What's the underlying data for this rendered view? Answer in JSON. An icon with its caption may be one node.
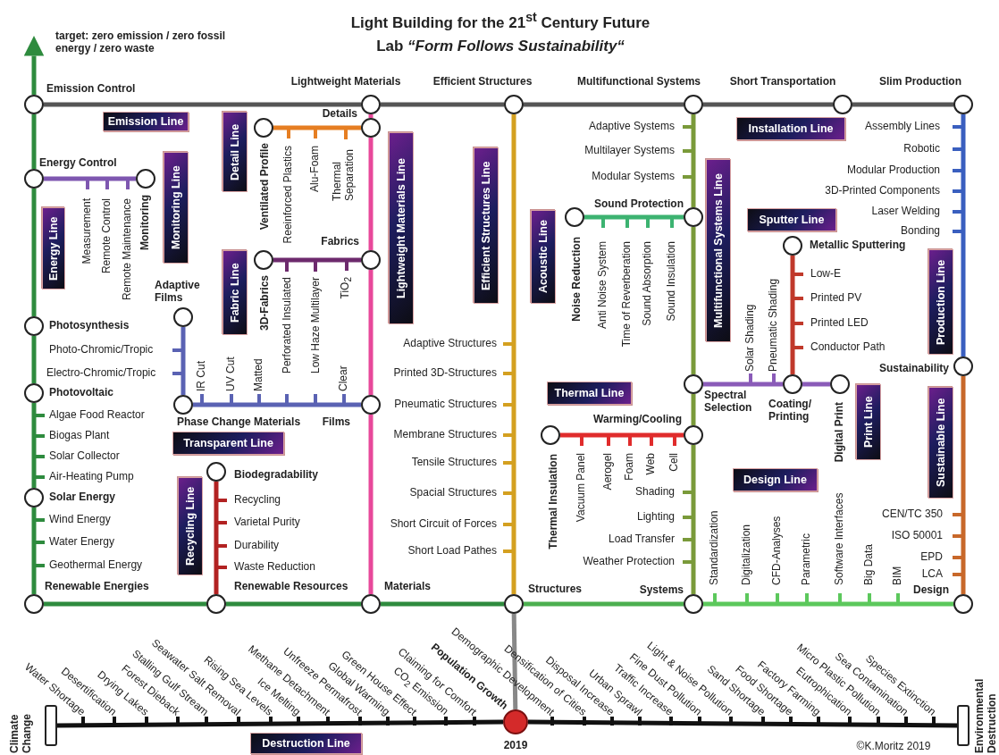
{
  "diagram": {
    "title": "Light Building for the 21$^{st}$ Century Future Lab *“Form Follows Sustainability“*",
    "nodes": [
      {
        "text": [
          "Emission Control"
        ]
      },
      {
        "text": [
          "Lightweight Materials"
        ]
      },
      {
        "text": [
          "Efficient Structures"
        ]
      },
      {
        "text": [
          "Multifunctional Systems"
        ]
      },
      {
        "text": [
          "Short Transportation"
        ]
      },
      {
        "text": [
          "Slim Production"
        ]
      },
      {
        "text": [
          "Energy Control"
        ]
      },
      {
        "text": [
          "Monitoring"
        ]
      },
      {
        "text": [
          "Photosynthesis"
        ]
      },
      {
        "text": [
          "Photovoltaic"
        ]
      },
      {
        "text": [
          "Solar Energy"
        ]
      },
      {
        "text": [
          "Renewable Energies"
        ]
      },
      {
        "text": [
          "Details"
        ]
      },
      {
        "text": [
          "Ventilated Profile"
        ]
      },
      {
        "text": [
          "Fabrics"
        ]
      },
      {
        "text": [
          "3D-Fabrics"
        ]
      },
      {
        "text": [
          "Adaptive Films"
        ]
      },
      {
        "text": [
          "Phase Change Materials"
        ]
      },
      {
        "text": [
          "Films"
        ]
      },
      {
        "text": [
          "Biodegradability"
        ]
      },
      {
        "text": [
          "Renewable Resources"
        ]
      },
      {
        "text": [
          "Materials"
        ]
      },
      {
        "text": [
          "Structures"
        ]
      },
      {
        "text": [
          "Sound Protection"
        ]
      },
      {
        "text": [
          "Noise Reduction"
        ]
      },
      {
        "text": [
          "Spectral Selection"
        ]
      },
      {
        "text": [
          "Warming/Cooling"
        ]
      },
      {
        "text": [
          "Thermal Insulation"
        ]
      },
      {
        "text": [
          "Systems"
        ]
      },
      {
        "text": [
          "Metallic Sputtering"
        ]
      },
      {
        "text": [
          "Coating/Printing"
        ]
      },
      {
        "text": [
          "Digital Print"
        ]
      },
      {
        "text": [
          "Sustainability"
        ]
      },
      {
        "text": [
          "Design"
        ]
      },
      {
        "text": [
          "Climate Change"
        ]
      },
      {
        "text": [
          "2019"
        ]
      },
      {
        "text": [
          "Environmental Destruction"
        ]
      },
      {
        "text": [
          "Emission Line"
        ]
      },
      {
        "text": [
          "Energy Line"
        ]
      },
      {
        "text": [
          "Monitoring Line"
        ]
      },
      {
        "text": [
          "Detail Line"
        ]
      },
      {
        "text": [
          "Fabric Line"
        ]
      },
      {
        "text": [
          "Lightweight Materials Line"
        ]
      },
      {
        "text": [
          "Efficient Structures Line"
        ]
      },
      {
        "text": [
          "Transparent Line"
        ]
      },
      {
        "text": [
          "Recycling Line"
        ]
      },
      {
        "text": [
          "Acoustic Line"
        ]
      },
      {
        "text": [
          "Thermal Line"
        ]
      },
      {
        "text": [
          "Multifunctional Systems Line"
        ]
      },
      {
        "text": [
          "Installation Line"
        ]
      },
      {
        "text": [
          "Sputter Line"
        ]
      },
      {
        "text": [
          "Production Line"
        ]
      },
      {
        "text": [
          "Print Line"
        ]
      },
      {
        "text": [
          "Sustainable Line"
        ]
      },
      {
        "text": [
          "Design Line"
        ]
      },
      {
        "text": [
          "Destruction Line"
        ]
      }
    ],
    "edges": [
      {
        "from": 0,
        "to": 1,
        "arrow": "none",
        "color": "#555555"
      },
      {
        "from": 1,
        "to": 2,
        "arrow": "none",
        "color": "#555555"
      },
      {
        "from": 2,
        "to": 3,
        "arrow": "none",
        "color": "#555555"
      },
      {
        "from": 3,
        "to": 4,
        "arrow": "none",
        "color": "#555555"
      },
      {
        "from": 4,
        "to": 5,
        "arrow": "none",
        "color": "#555555"
      },
      {
        "from": 0,
        "to": null,
        "arrow": "to",
        "color": "#2e8b3e"
      },
      {
        "from": 0,
        "to": 6,
        "arrow": "none",
        "color": "#2e8b3e"
      },
      {
        "from": 6,
        "to": 8,
        "arrow": "none",
        "color": "#2e8b3e"
      },
      {
        "from": 8,
        "to": 9,
        "arrow": "none",
        "color": "#2e8b3e"
      },
      {
        "from": 9,
        "to": 10,
        "arrow": "none",
        "color": "#2e8b3e"
      },
      {
        "from": 10,
        "to": 11,
        "arrow": "none",
        "color": "#2e8b3e"
      },
      {
        "from": 6,
        "to": 7,
        "arrow": "none",
        "color": "#7e57b0"
      },
      {
        "from": 11,
        "to": 20,
        "arrow": "none",
        "color": "#2e8b3e"
      },
      {
        "from": 20,
        "to": 21,
        "arrow": "none",
        "color": "#2e8b3e"
      },
      {
        "from": 21,
        "to": 22,
        "arrow": "none",
        "color": "#2e8b3e"
      },
      {
        "from": 22,
        "to": 28,
        "arrow": "none",
        "color": "#4caf50"
      },
      {
        "from": 28,
        "to": 33,
        "arrow": "none",
        "color": "#5cc85c"
      },
      {
        "from": 19,
        "to": 20,
        "arrow": "none",
        "color": "#b22222"
      },
      {
        "from": 1,
        "to": 12,
        "arrow": "none",
        "color": "#e8489a"
      },
      {
        "from": 12,
        "to": 14,
        "arrow": "none",
        "color": "#e8489a"
      },
      {
        "from": 14,
        "to": 18,
        "arrow": "none",
        "color": "#e8489a"
      },
      {
        "from": 18,
        "to": 21,
        "arrow": "none",
        "color": "#e8489a"
      },
      {
        "from": 13,
        "to": 12,
        "arrow": "none",
        "color": "#e67e22"
      },
      {
        "from": 15,
        "to": 14,
        "arrow": "none",
        "color": "#6d2a6d"
      },
      {
        "from": 16,
        "to": 17,
        "arrow": "none",
        "color": "#5a62b3"
      },
      {
        "from": 17,
        "to": 18,
        "arrow": "none",
        "color": "#5a62b3"
      },
      {
        "from": 2,
        "to": 22,
        "arrow": "none",
        "color": "#d4a020"
      },
      {
        "from": 22,
        "to": 35,
        "arrow": "none",
        "color": "#888888"
      },
      {
        "from": 3,
        "to": 23,
        "arrow": "none",
        "color": "#7a9a3a"
      },
      {
        "from": 23,
        "to": 25,
        "arrow": "none",
        "color": "#7a9a3a"
      },
      {
        "from": 25,
        "to": 26,
        "arrow": "none",
        "color": "#7a9a3a"
      },
      {
        "from": 26,
        "to": 28,
        "arrow": "none",
        "color": "#7a9a3a"
      },
      {
        "from": 24,
        "to": 23,
        "arrow": "none",
        "color": "#3cb371"
      },
      {
        "from": 27,
        "to": 26,
        "arrow": "none",
        "color": "#e02c2c"
      },
      {
        "from": 25,
        "to": 30,
        "arrow": "none",
        "color": "#8a5bb8"
      },
      {
        "from": 30,
        "to": 31,
        "arrow": "none",
        "color": "#8a5bb8"
      },
      {
        "from": 29,
        "to": 30,
        "arrow": "none",
        "color": "#c0392b"
      },
      {
        "from": 5,
        "to": 32,
        "arrow": "none",
        "color": "#3a5fbf"
      },
      {
        "from": 32,
        "to": 33,
        "arrow": "none",
        "color": "#c8682a"
      },
      {
        "from": 34,
        "to": 35,
        "arrow": "none",
        "color": "#111111"
      },
      {
        "from": 35,
        "to": 36,
        "arrow": "none",
        "color": "#111111"
      }
    ],
    "labels": [
      "target: zero emission / zero fossil energy / zero waste",
      "Measurement",
      "Remote Control",
      "Remote Maintenance",
      "Reeinforced Plastics",
      "Alu-Foam",
      "Thermal Separation",
      "Perforated Insulated",
      "Low Haze Multilayer",
      "TiO$_{2}$",
      "Photo-Chromic/Tropic",
      "Electro-Chromic/Tropic",
      "IR Cut",
      "UV Cut",
      "Matted",
      "Clear",
      "Algae Food Reactor",
      "Biogas Plant",
      "Solar Collector",
      "Air-Heating Pump",
      "Wind Energy",
      "Water Energy",
      "Geothermal Energy",
      "Recycling",
      "Varietal Purity",
      "Durability",
      "Waste Reduction",
      "Adaptive Structures",
      "Printed 3D-Structures",
      "Pneumatic Structures",
      "Membrane Structures",
      "Tensile Structures",
      "Spacial Structures",
      "Short Circuit of Forces",
      "Short Load Pathes",
      "Adaptive Systems",
      "Multilayer Systems",
      "Modular Systems",
      "Anti Noise System",
      "Time of Reverberation",
      "Sound Absorption",
      "Sound Insulation",
      "Low-E",
      "Printed PV",
      "Printed LED",
      "Conductor Path",
      "Solar Shading",
      "Pneumatic Shading",
      "Vacuum Panel",
      "Aerogel",
      "Foam",
      "Web",
      "Cell",
      "Shading",
      "Lighting",
      "Load Transfer",
      "Weather Protection",
      "Assembly Lines",
      "Robotic",
      "Modular Production",
      "3D-Printed Components",
      "Laser Welding",
      "Bonding",
      "CEN/TC 350",
      "ISO 50001",
      "EPD",
      "LCA",
      "Standardization",
      "Digitalization",
      "CFD-Analyses",
      "Parametric",
      "Software Interfaces",
      "Big Data",
      "BIM",
      "Water Shortage",
      "Desertification",
      "Drying Lakes",
      "Forest Dieback",
      "Stalling Gulf Stream",
      "Seawater Salt Removal",
      "Rising Sea Levels",
      "Ice Melting",
      "Methane Detachment",
      "Unfreeze Permafrost",
      "Global Warming",
      "Green House Effect",
      "CO$_{2}$ Emission",
      "Claiming for Comfort",
      "Population Growth",
      "Demographic Development",
      "Densification of Cities",
      "Disposal Increase",
      "Urban Sprawl",
      "Traffic Increase",
      "Fine Dust Pollution",
      "Light & Noise Pollution",
      "Sand Shortage",
      "Food Shortage",
      "Factory Farming",
      "Eutrophication",
      "Micro Plastic Pollution",
      "Sea Contamination",
      "Species Extinction",
      "©K.Moritz 2019"
    ]
  }
}
